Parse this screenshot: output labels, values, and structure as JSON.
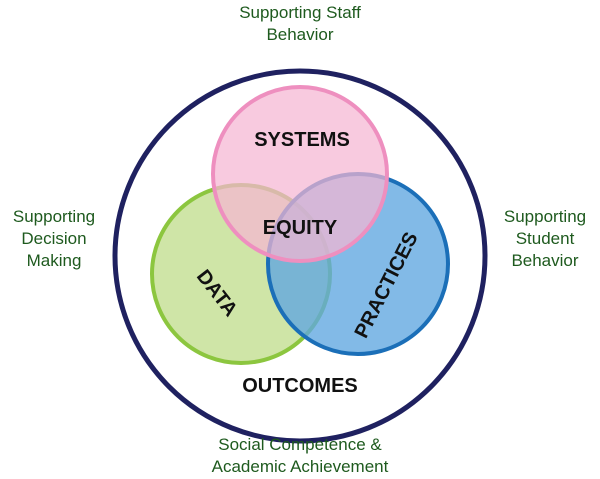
{
  "outer_labels": {
    "top": [
      "Supporting Staff",
      "Behavior"
    ],
    "left": [
      "Supporting",
      "Decision",
      "Making"
    ],
    "right": [
      "Supporting",
      "Student",
      "Behavior"
    ],
    "bottom": [
      "Social Competence &",
      "Academic Achievement"
    ]
  },
  "circles": {
    "systems": "SYSTEMS",
    "data": "DATA",
    "practices": "PRACTICES",
    "center": "EQUITY",
    "outer": "OUTCOMES"
  },
  "colors": {
    "outer_ring": "#1f2160",
    "systems_fill": "#f7c6dc",
    "systems_stroke": "#ee8fbf",
    "data_fill": "#cfe5a7",
    "data_stroke": "#8cc63f",
    "practices_fill": "#7db8e8",
    "practices_stroke": "#1b6fb8",
    "label_text": "#1e5a1e"
  }
}
